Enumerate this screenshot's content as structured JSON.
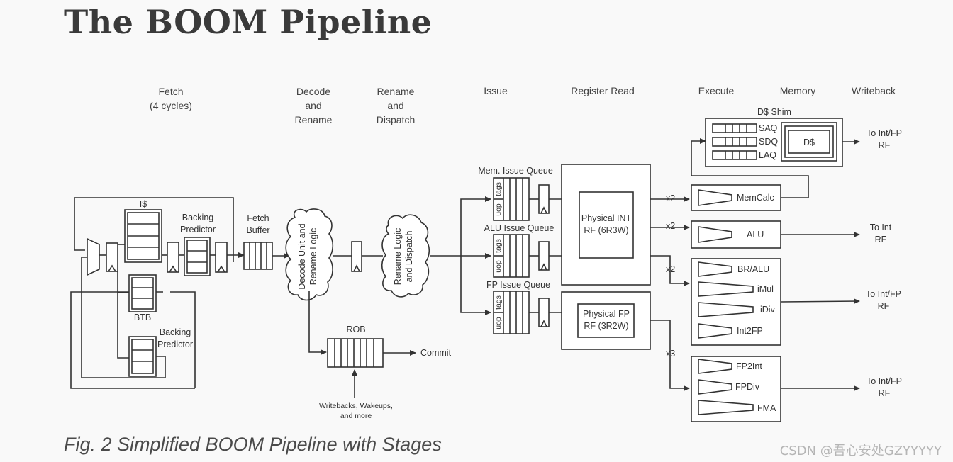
{
  "title": "The BOOM Pipeline",
  "caption": "Fig. 2 Simplified BOOM Pipeline with Stages",
  "watermark": "CSDN @吾心安处GZYYYYY",
  "stages": {
    "fetch": [
      "Fetch",
      "(4 cycles)"
    ],
    "decode": [
      "Decode",
      "and",
      "Rename"
    ],
    "rename": [
      "Rename",
      "and",
      "Dispatch"
    ],
    "issue": "Issue",
    "regread": "Register Read",
    "execute": "Execute",
    "memory": "Memory",
    "writeback": "Writeback"
  },
  "fetch": {
    "icache": "I$",
    "backing_predictor_1": [
      "Backing",
      "Predictor"
    ],
    "btb": "BTB",
    "backing_predictor_2": [
      "Backing",
      "Predictor"
    ],
    "fetch_buffer": [
      "Fetch",
      "Buffer"
    ]
  },
  "decode_logic": [
    "Decode Unit and",
    "Rename Logic"
  ],
  "rename_logic": [
    "Rename Logic",
    "and Dispatch"
  ],
  "rob": {
    "label": "ROB",
    "commit": "Commit",
    "inputs": [
      "Writebacks, Wakeups,",
      "and more"
    ]
  },
  "queues": [
    {
      "label": "Mem. Issue Queue"
    },
    {
      "label": "ALU Issue Queue"
    },
    {
      "label": "FP Issue Queue"
    }
  ],
  "queue_field_labels": [
    "uop",
    "tags"
  ],
  "regfiles": {
    "int": [
      "Physical INT",
      "RF (6R3W)"
    ],
    "fp": [
      "Physical FP",
      "RF (3R2W)"
    ]
  },
  "ports": [
    "x2",
    "x2",
    "x2",
    "x3"
  ],
  "dshim": {
    "label": "D$ Shim",
    "queues": [
      "SAQ",
      "SDQ",
      "LAQ"
    ],
    "dcache": "D$"
  },
  "units": {
    "memcalc": "MemCalc",
    "alu": "ALU",
    "int_group": [
      "BR/ALU",
      "iMul",
      "iDiv",
      "Int2FP"
    ],
    "fp_group": [
      "FP2Int",
      "FPDiv",
      "FMA"
    ]
  },
  "writeback_targets": [
    [
      "To Int/FP",
      "RF"
    ],
    [
      "To Int",
      "RF"
    ],
    [
      "To Int/FP",
      "RF"
    ],
    [
      "To Int/FP",
      "RF"
    ]
  ]
}
